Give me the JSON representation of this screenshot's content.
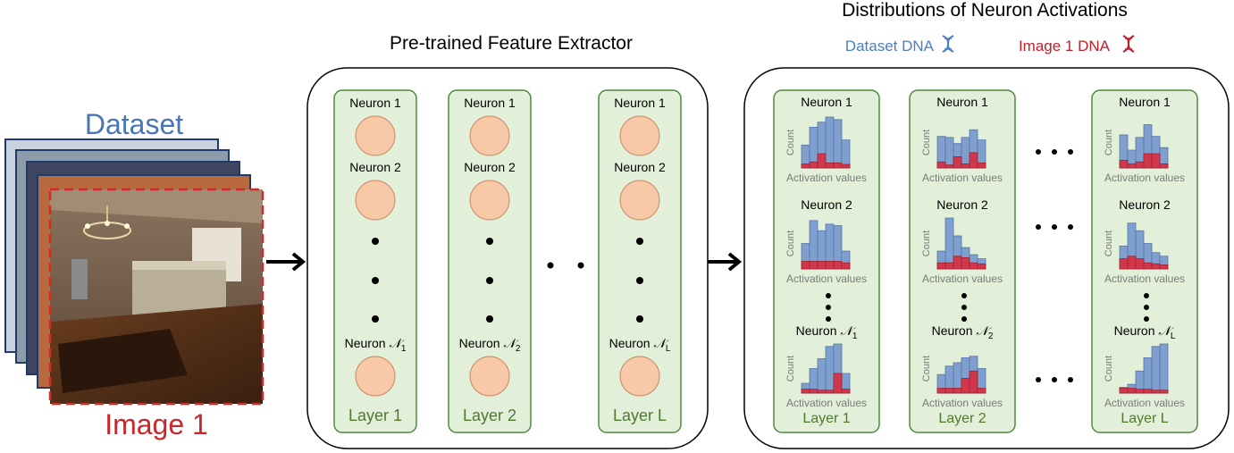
{
  "left": {
    "dataset_label": "Dataset",
    "image_label": "Image 1"
  },
  "extractor": {
    "title": "Pre-trained Feature Extractor",
    "layers": [
      {
        "label": "Layer 1",
        "top_neurons": [
          "Neuron 1",
          "Neuron 2"
        ],
        "last_neuron_prefix": "Neuron ",
        "last_neuron_symbol": "𝒩",
        "last_neuron_sub": "1"
      },
      {
        "label": "Layer 2",
        "top_neurons": [
          "Neuron 1",
          "Neuron 2"
        ],
        "last_neuron_prefix": "Neuron ",
        "last_neuron_symbol": "𝒩",
        "last_neuron_sub": "2"
      },
      {
        "label": "Layer L",
        "top_neurons": [
          "Neuron 1",
          "Neuron 2"
        ],
        "last_neuron_prefix": "Neuron ",
        "last_neuron_symbol": "𝒩",
        "last_neuron_sub": "L"
      }
    ]
  },
  "distributions": {
    "title": "Distributions of Neuron Activations",
    "legend": [
      {
        "label": "Dataset DNA",
        "color": "#4a7fc1",
        "icon": "dna-icon"
      },
      {
        "label": "Image 1 DNA",
        "color": "#c0202a",
        "icon": "dna-icon"
      }
    ],
    "y_axis_label": "Count",
    "x_axis_label": "Activation values",
    "colors": {
      "dataset": "#7f9fcf",
      "image": "#d0374a"
    },
    "layers": [
      {
        "label": "Layer 1",
        "histograms": [
          {
            "neuron_prefix": "Neuron 1",
            "neuron_symbol": "",
            "neuron_sub": "",
            "dataset": [
              0.45,
              0.8,
              0.9,
              1.0,
              0.95,
              0.55
            ],
            "image": [
              0.08,
              0.12,
              0.28,
              0.1,
              0.1,
              0.07
            ]
          },
          {
            "neuron_prefix": "Neuron 2",
            "neuron_symbol": "",
            "neuron_sub": "",
            "dataset": [
              0.5,
              0.95,
              0.75,
              0.88,
              0.85,
              0.35
            ],
            "image": [
              0.15,
              0.15,
              0.15,
              0.15,
              0.15,
              0.12
            ]
          },
          {
            "neuron_prefix": "Neuron ",
            "neuron_symbol": "𝒩",
            "neuron_sub": "1",
            "dataset": [
              0.2,
              0.5,
              0.7,
              0.95,
              1.0,
              0.4
            ],
            "image": [
              0.08,
              0.08,
              0.06,
              0.06,
              0.4,
              0.08
            ]
          }
        ]
      },
      {
        "label": "Layer 2",
        "histograms": [
          {
            "neuron_prefix": "Neuron 1",
            "neuron_symbol": "",
            "neuron_sub": "",
            "dataset": [
              0.62,
              0.6,
              0.48,
              0.6,
              0.75,
              0.55
            ],
            "image": [
              0.12,
              0.06,
              0.22,
              0.08,
              0.3,
              0.1
            ]
          },
          {
            "neuron_prefix": "Neuron 2",
            "neuron_symbol": "",
            "neuron_sub": "",
            "dataset": [
              0.35,
              1.0,
              0.65,
              0.42,
              0.28,
              0.2
            ],
            "image": [
              0.12,
              0.12,
              0.25,
              0.22,
              0.12,
              0.1
            ]
          },
          {
            "neuron_prefix": "Neuron ",
            "neuron_symbol": "𝒩",
            "neuron_sub": "2",
            "dataset": [
              0.38,
              0.55,
              0.62,
              0.72,
              0.75,
              0.5
            ],
            "image": [
              0.1,
              0.1,
              0.1,
              0.3,
              0.45,
              0.1
            ]
          }
        ]
      },
      {
        "label": "Layer L",
        "histograms": [
          {
            "neuron_prefix": "Neuron 1",
            "neuron_symbol": "",
            "neuron_sub": "",
            "dataset": [
              0.65,
              0.35,
              0.6,
              0.85,
              0.62,
              0.4
            ],
            "image": [
              0.15,
              0.08,
              0.12,
              0.28,
              0.28,
              0.08
            ]
          },
          {
            "neuron_prefix": "Neuron 2",
            "neuron_symbol": "",
            "neuron_sub": "",
            "dataset": [
              0.45,
              0.9,
              0.75,
              0.5,
              0.32,
              0.25
            ],
            "image": [
              0.2,
              0.25,
              0.2,
              0.12,
              0.1,
              0.08
            ]
          },
          {
            "neuron_prefix": "Neuron ",
            "neuron_symbol": "𝒩",
            "neuron_sub": "L",
            "dataset": [
              0.12,
              0.18,
              0.45,
              0.72,
              0.95,
              1.0
            ],
            "image": [
              0.1,
              0.1,
              0.08,
              0.08,
              0.06,
              0.06
            ]
          }
        ]
      }
    ]
  }
}
